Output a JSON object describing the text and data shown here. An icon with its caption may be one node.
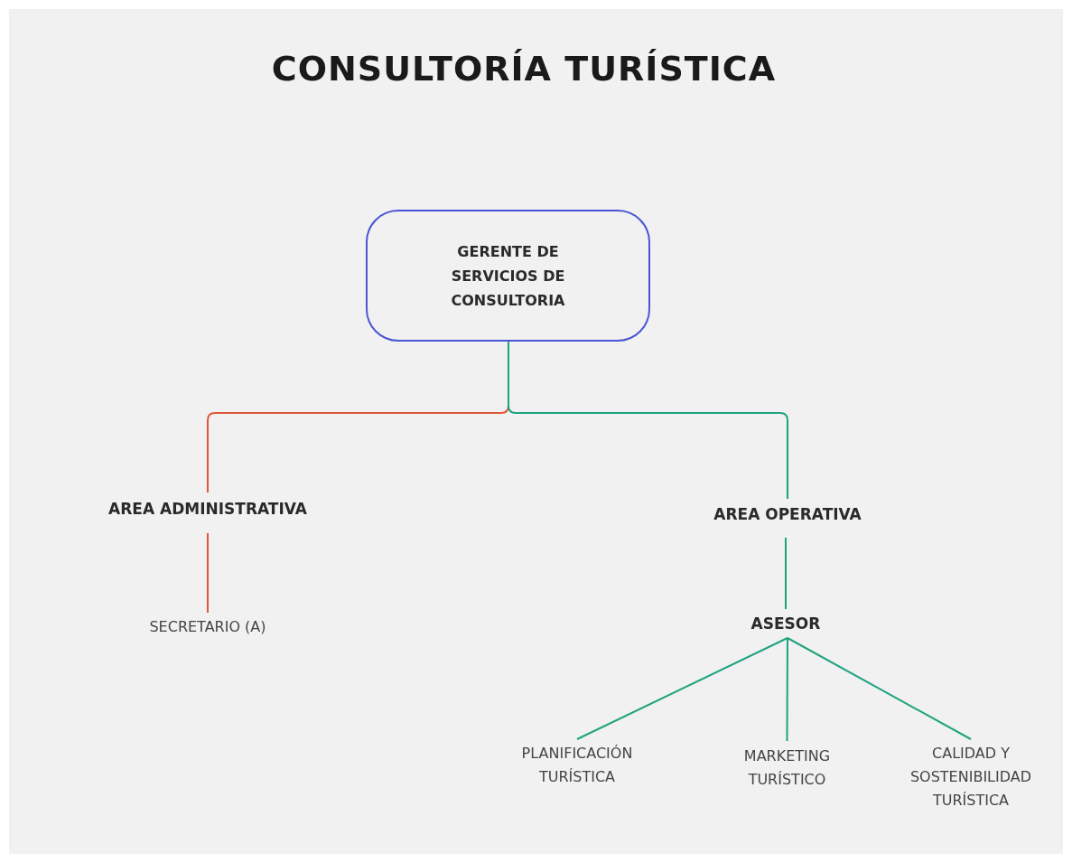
{
  "diagram": {
    "title": "CONSULTORÍA TURÍSTICA",
    "nodes": [
      {
        "text": [
          "GERENTE DE SERVICIOS DE CONSULTORIA"
        ]
      },
      {
        "text": [
          "AREA ADMINISTRATIVA"
        ]
      },
      {
        "text": [
          "AREA OPERATIVA"
        ]
      },
      {
        "text": [
          "SECRETARIO (A)"
        ]
      },
      {
        "text": [
          "ASESOR"
        ]
      },
      {
        "text": [
          "PLANIFICACIÓN TURÍSTICA"
        ]
      },
      {
        "text": [
          "MARKETING TURÍSTICO"
        ]
      },
      {
        "text": [
          "CALIDAD Y SOSTENIBILIDAD TURÍSTICA"
        ]
      }
    ],
    "edges": [
      {
        "from": 0,
        "to": 1,
        "arrow": "none",
        "color": "#e2563c"
      },
      {
        "from": 0,
        "to": 2,
        "arrow": "none"
      },
      {
        "from": 1,
        "to": 3,
        "arrow": "none",
        "color": "#e2563c"
      },
      {
        "from": 2,
        "to": 4,
        "arrow": "none"
      },
      {
        "from": 4,
        "to": 5,
        "arrow": "none"
      },
      {
        "from": 4,
        "to": 6,
        "arrow": "none"
      },
      {
        "from": 4,
        "to": 7,
        "arrow": "none"
      }
    ]
  }
}
